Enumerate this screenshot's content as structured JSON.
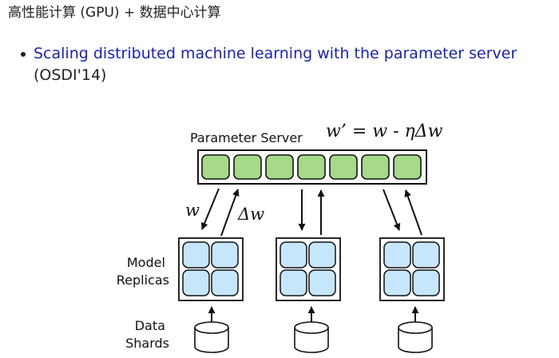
{
  "page": {
    "heading": "高性能计算 (GPU) + 数据中心计算"
  },
  "reference": {
    "title": "Scaling distributed machine learning with the parameter server",
    "venue": "(OSDI'14)",
    "link_color": "#1a24a6"
  },
  "diagram": {
    "server_label": "Parameter Server",
    "update_rule": "w’ = w - ηΔw",
    "weights_label": "w",
    "gradient_label": "Δw",
    "replicas_label_line1": "Model",
    "replicas_label_line2": "Replicas",
    "shards_label_line1": "Data",
    "shards_label_line2": "Shards",
    "server_cell_count": 7,
    "replica_count": 3,
    "colors": {
      "server_cell_fill": "#a6d98a",
      "replica_cell_fill": "#c6e6fb",
      "outline": "#111111"
    }
  }
}
